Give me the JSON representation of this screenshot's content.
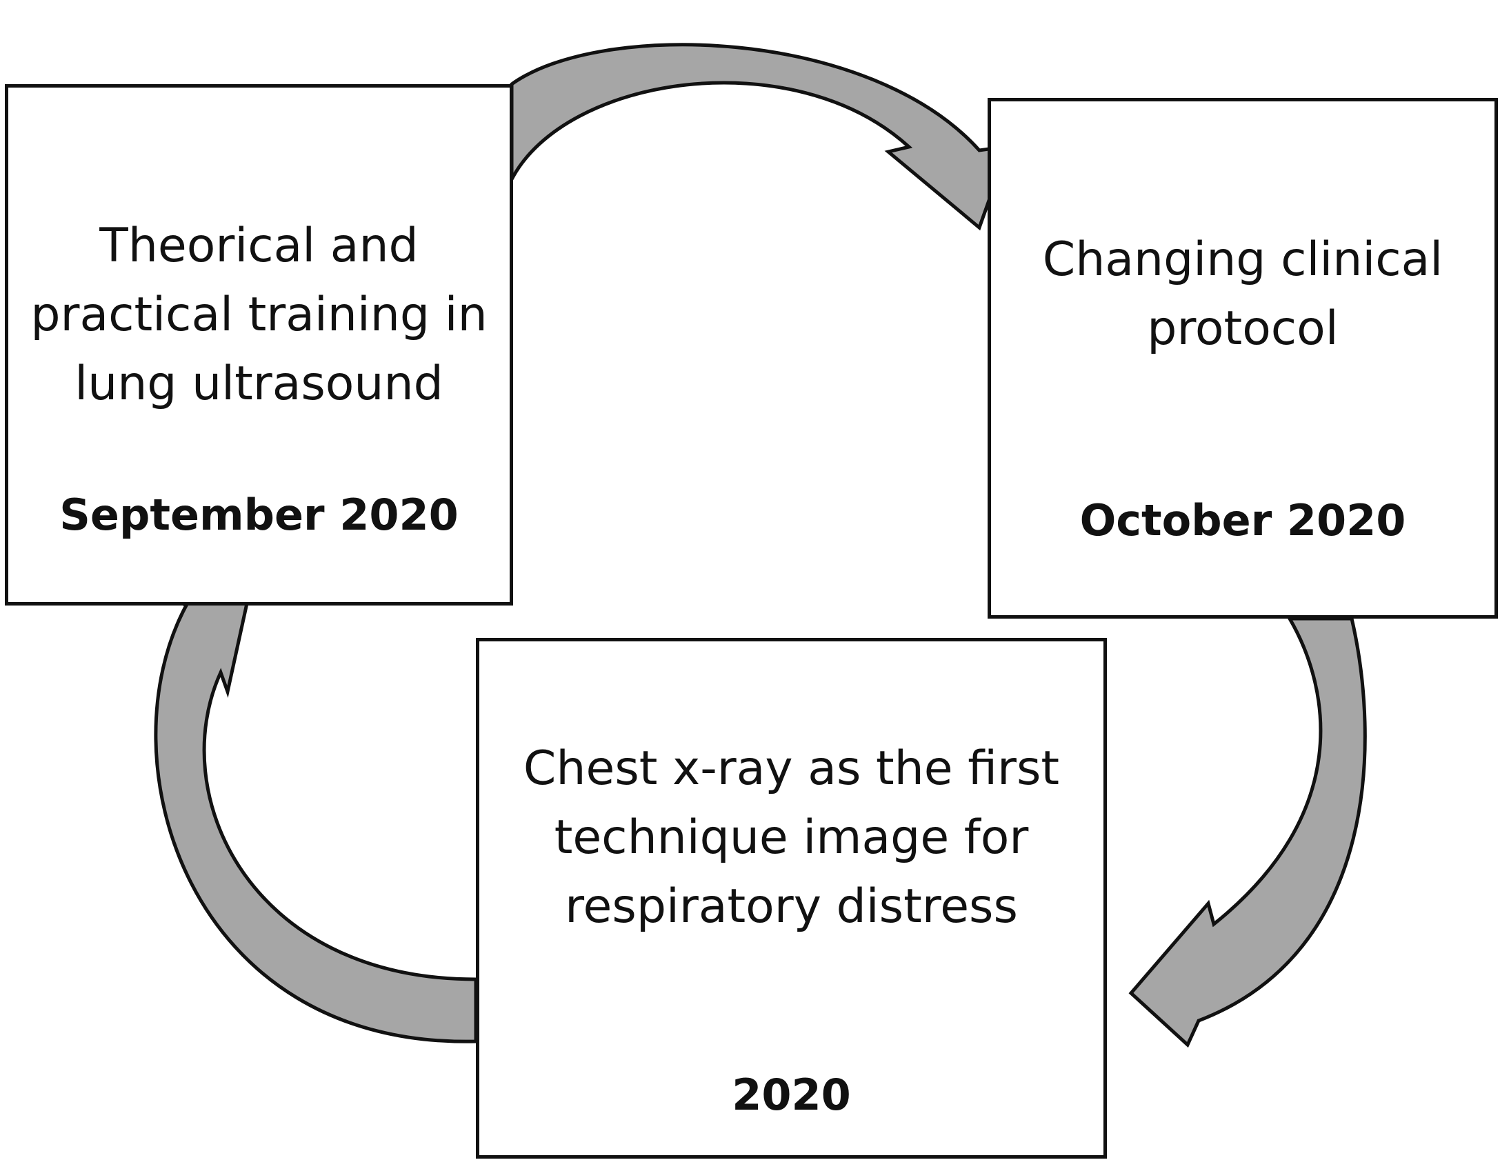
{
  "colors": {
    "arrow_fill": "#a6a6a6",
    "arrow_stroke": "#111111",
    "box_border": "#111111"
  },
  "nodes": [
    {
      "id": "training",
      "text": "Theorical and\npractical training in\nlung ultrasound",
      "date": "September 2020"
    },
    {
      "id": "protocol",
      "text": "Changing clinical\nprotocol",
      "date": "October 2020"
    },
    {
      "id": "xray",
      "text": "Chest x-ray as the first\ntechnique image for\nrespiratory distress",
      "date": "2020"
    }
  ],
  "edges": [
    {
      "from": "training",
      "to": "protocol"
    },
    {
      "from": "protocol",
      "to": "xray"
    },
    {
      "from": "xray",
      "to": "training"
    }
  ]
}
